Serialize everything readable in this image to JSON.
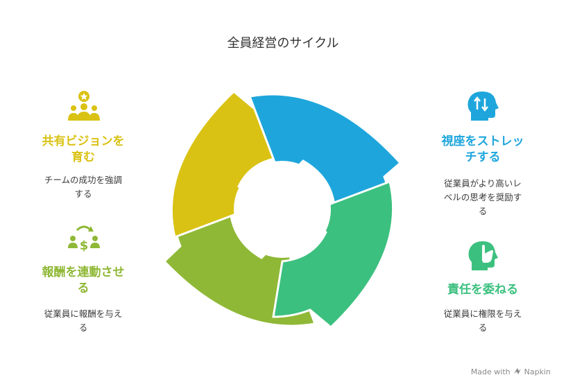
{
  "title": "全員経営のサイクル",
  "sections": {
    "vision": {
      "heading_line1": "共有ビジョンを",
      "heading_line2": "育む",
      "desc_line1": "チームの成功を強調",
      "desc_line2": "する",
      "color": "#D9C213",
      "icon": "team-star-icon"
    },
    "stretch": {
      "heading_line1": "視座をストレッ",
      "heading_line2": "チする",
      "desc_line1": "従業員がより高いレ",
      "desc_line2": "ベルの思考を奨励す",
      "desc_line3": "る",
      "color": "#1EA6DC",
      "icon": "head-arrows-icon"
    },
    "reward": {
      "heading_line1": "報酬を連動させ",
      "heading_line2": "る",
      "desc_line1": "従業員に報酬を与え",
      "desc_line2": "る",
      "color": "#8FB836",
      "icon": "money-cycle-icon"
    },
    "delegate": {
      "heading_line1": "責任を委ねる",
      "desc_line1": "従業員に権限を与え",
      "desc_line2": "る",
      "color": "#3CC07F",
      "icon": "hand-head-icon"
    }
  },
  "footer": {
    "text": "Made with",
    "brand": "Napkin"
  }
}
